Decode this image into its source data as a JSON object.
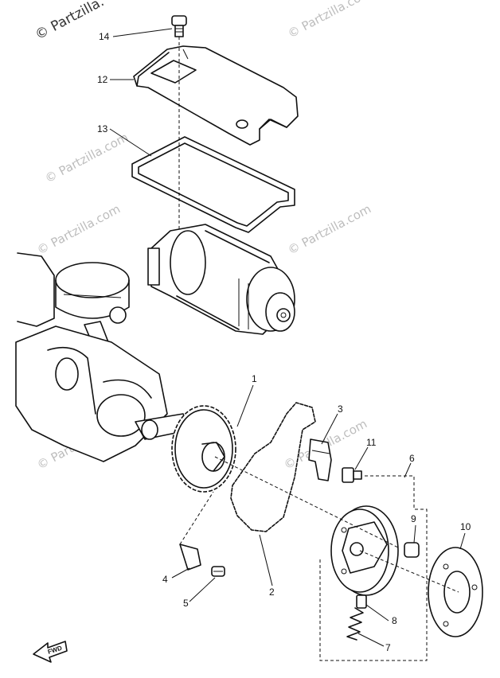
{
  "watermark": {
    "main": "© Partzilla.",
    "repeat": "© Partzilla.com"
  },
  "direction_mark": "FWD",
  "callouts": [
    "1",
    "2",
    "3",
    "4",
    "5",
    "6",
    "7",
    "8",
    "9",
    "10",
    "11",
    "12",
    "13",
    "14"
  ]
}
